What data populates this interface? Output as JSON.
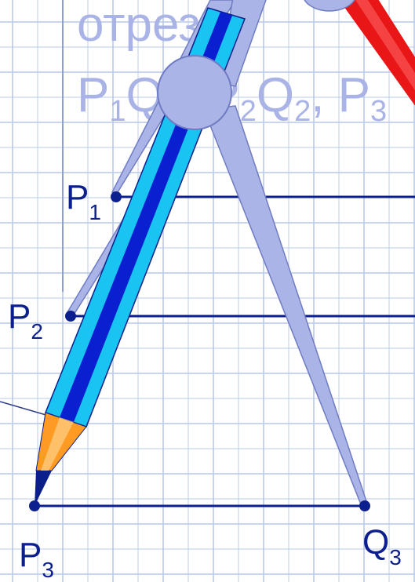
{
  "title": {
    "line1": "отрезки",
    "line2_parts": [
      "P",
      "1",
      "Q",
      "1",
      ", P",
      "2",
      "Q",
      "2",
      ", P",
      "3"
    ]
  },
  "points": {
    "p1": {
      "letter": "P",
      "sub": "1"
    },
    "p2": {
      "letter": "P",
      "sub": "2"
    },
    "p3": {
      "letter": "P",
      "sub": "3"
    },
    "q3": {
      "letter": "Q",
      "sub": "3"
    }
  },
  "colors": {
    "grid": "#b9c9ec",
    "segment": "#0c1f8f",
    "label": "#0c1f8f",
    "title": "#a9b3e6",
    "compass": "#aab4e6",
    "compass_outline": "#6f7cc3",
    "pencil_light": "#19c3f2",
    "pencil_dark": "#0a1fd0",
    "pencil_tip": "#ff9a22",
    "red_pencil": "#e81616"
  },
  "icons": {
    "compass": "compass-icon",
    "pencil": "blue-pencil-icon",
    "red_pencil": "red-pencil-icon"
  }
}
